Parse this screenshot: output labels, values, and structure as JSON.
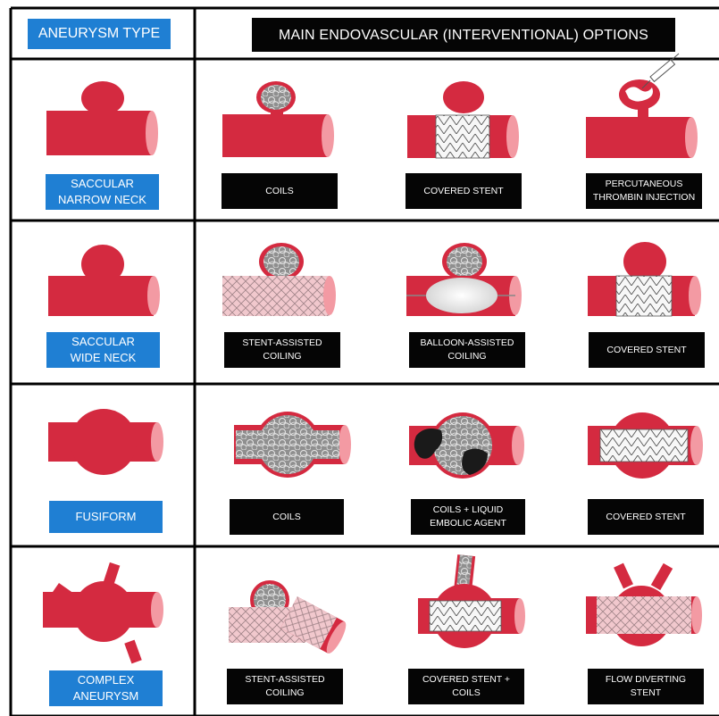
{
  "colors": {
    "vessel": "#d42a40",
    "vessel_end": "#f39aa3",
    "blue_label": "#1f7fd3",
    "black_label": "#050505",
    "grid": "#000000"
  },
  "header": {
    "type_label": "ANEURYSM TYPE",
    "options_label": "MAIN ENDOVASCULAR (INTERVENTIONAL) OPTIONS"
  },
  "rows": [
    {
      "type_label": "SACCULAR\nNARROW NECK",
      "options": [
        "COILS",
        "COVERED STENT",
        "PERCUTANEOUS\nTHROMBIN INJECTION"
      ]
    },
    {
      "type_label": "SACCULAR\nWIDE NECK",
      "options": [
        "STENT-ASSISTED\nCOILING",
        "BALLOON-ASSISTED\nCOILING",
        "COVERED STENT"
      ]
    },
    {
      "type_label": "FUSIFORM",
      "options": [
        "COILS",
        "COILS + LIQUID\nEMBOLIC AGENT",
        "COVERED STENT"
      ]
    },
    {
      "type_label": "COMPLEX\nANEURYSM",
      "options": [
        "STENT-ASSISTED\nCOILING",
        "COVERED STENT +\nCOILS",
        "FLOW DIVERTING\nSTENT"
      ]
    }
  ]
}
